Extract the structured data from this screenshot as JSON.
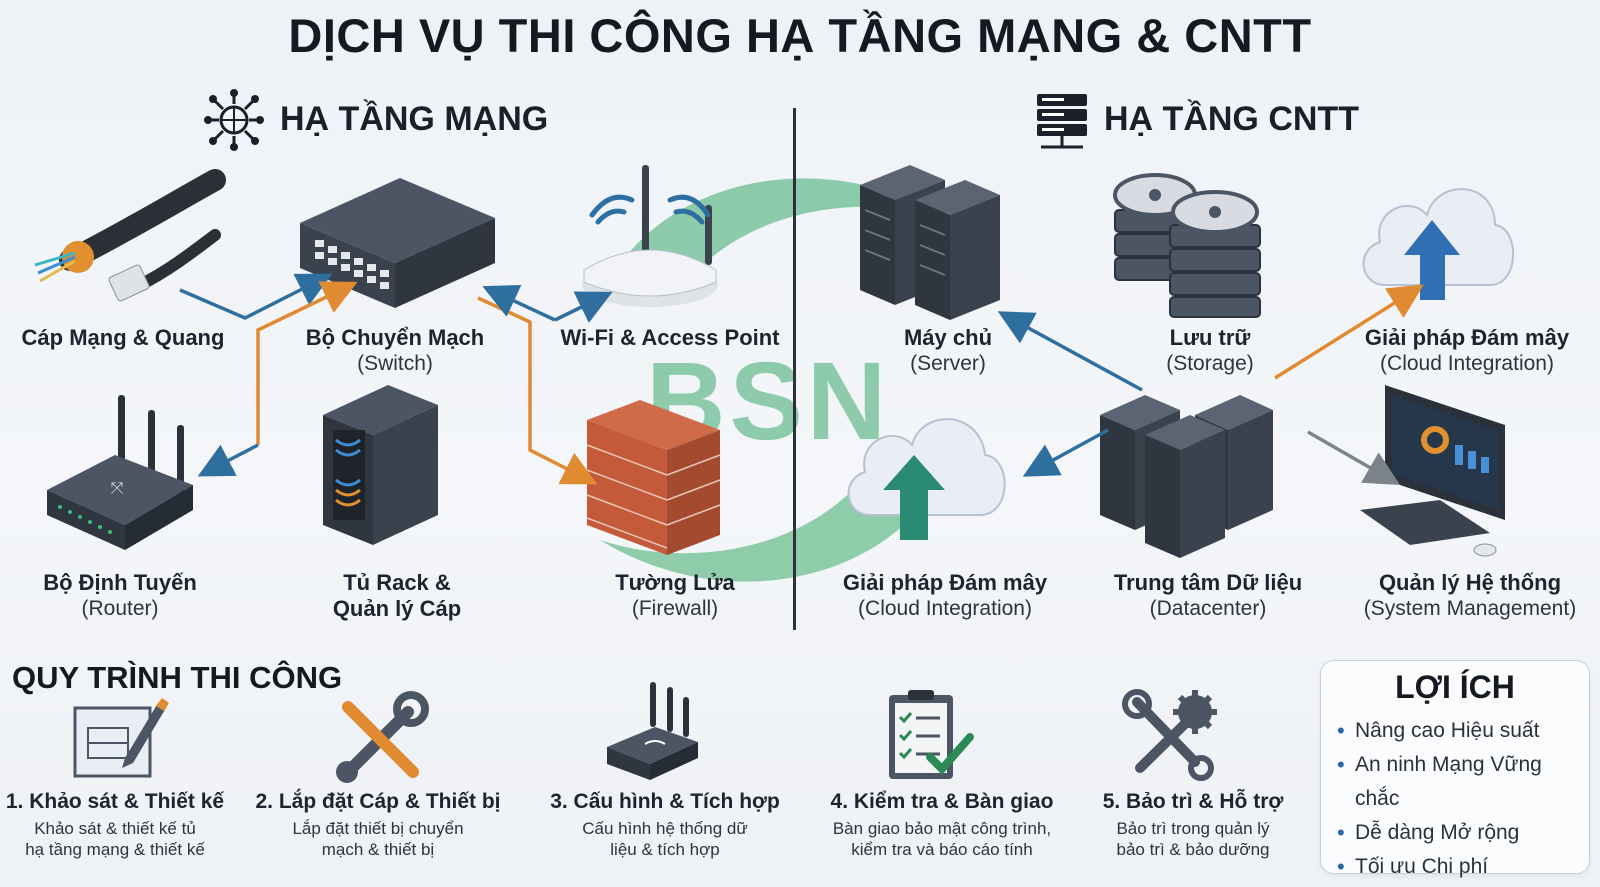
{
  "title": "DỊCH VỤ THI CÔNG HẠ TẦNG MẠNG & CNTT",
  "watermark": "BSN",
  "network": {
    "heading": "HẠ TẦNG MẠNG",
    "items": [
      {
        "l1": "Cáp Mạng & Quang",
        "l2": ""
      },
      {
        "l1": "Bộ Chuyển Mạch",
        "l2": "(Switch)"
      },
      {
        "l1": "Wi-Fi & Access Point",
        "l2": ""
      },
      {
        "l1": "Bộ Định Tuyến",
        "l2": "(Router)"
      },
      {
        "l1": "Tủ Rack &",
        "l2": "Quản lý Cáp"
      },
      {
        "l1": "Tường Lửa",
        "l2": "(Firewall)"
      }
    ]
  },
  "it": {
    "heading": "HẠ TẦNG CNTT",
    "items": [
      {
        "l1": "Máy chủ",
        "l2": "(Server)"
      },
      {
        "l1": "Lưu trữ",
        "l2": "(Storage)"
      },
      {
        "l1": "Giải pháp Đám mây",
        "l2": "(Cloud Integration)"
      },
      {
        "l1": "Giải pháp Đám mây",
        "l2": "(Cloud Integration)"
      },
      {
        "l1": "Trung tâm Dữ liệu",
        "l2": "(Datacenter)"
      },
      {
        "l1": "Quản lý Hệ thống",
        "l2": "(System Management)"
      }
    ]
  },
  "process": {
    "heading": "QUY TRÌNH THI CÔNG",
    "steps": [
      {
        "h": "1. Khảo sát & Thiết kế",
        "d1": "Khảo sát & thiết kế tủ",
        "d2": "hạ tầng mạng & thiết kế"
      },
      {
        "h": "2. Lắp đặt Cáp & Thiết bị",
        "d1": "Lắp đặt thiết bị chuyển",
        "d2": "mạch & thiết bị"
      },
      {
        "h": "3. Cấu hình & Tích hợp",
        "d1": "Cấu hình hệ thống dữ",
        "d2": "liệu & tích hợp"
      },
      {
        "h": "4. Kiểm tra & Bàn giao",
        "d1": "Bàn giao bảo mật công trình,",
        "d2": "kiểm tra và báo cáo tính"
      },
      {
        "h": "5. Bảo trì & Hỗ trợ",
        "d1": "Bảo trì trong quản lý",
        "d2": "bảo trì & bảo dưỡng"
      }
    ]
  },
  "benefits": {
    "heading": "LỢI ÍCH",
    "items": [
      "Nâng cao Hiệu suất",
      "An ninh Mạng Vững chắc",
      "Dễ dàng Mở rộng",
      "Tối ưu Chi phí"
    ]
  },
  "colors": {
    "accent_blue": "#2f6f9f",
    "accent_orange": "#e08a32",
    "watermark_green": "#3aa96a",
    "arrow_gray": "#7d838b"
  }
}
